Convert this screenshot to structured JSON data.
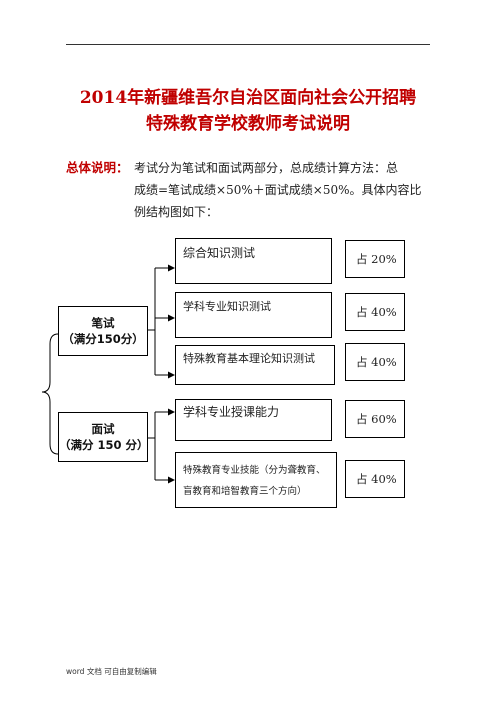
{
  "title": {
    "line1": "2014年新疆维吾尔自治区面向社会公开招聘",
    "line2": "特殊教育学校教师考试说明"
  },
  "summary": {
    "label": "总体说明：",
    "lines": [
      "考试分为笔试和面试两部分，总成绩计算方法：总",
      "成绩=笔试成绩×50%＋面试成绩×50%。具体内容比",
      "例结构图如下："
    ]
  },
  "diagram": {
    "written": {
      "name": "笔试",
      "score": "（满分150分）",
      "items": [
        {
          "label": "综合知识测试",
          "percent": "占 20%"
        },
        {
          "label": "学科专业知识测试",
          "percent": "占 40%"
        },
        {
          "label": "特殊教育基本理论知识测试",
          "percent": "占 40%"
        }
      ]
    },
    "interview": {
      "name": "面试",
      "score": "（满分 150 分）",
      "items": [
        {
          "label": "学科专业授课能力",
          "percent": "占 60%"
        },
        {
          "label_line1": "特殊教育专业技能（分为聋教育、",
          "label_line2": "盲教育和培智教育三个方向）",
          "percent": "占 40%"
        }
      ]
    }
  },
  "footer": "word 文档  可自由复制编辑"
}
